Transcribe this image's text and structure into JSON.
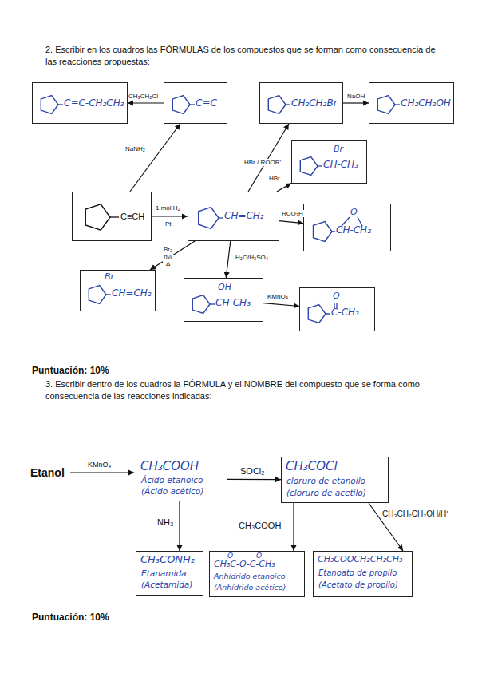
{
  "diagram": {
    "nodes": [
      {
        "text": [
          "C≡CH"
        ]
      },
      {
        "text": [
          "C≡C⁻"
        ]
      },
      {
        "text": [
          "C≡C-CH₂CH₃"
        ]
      },
      {
        "text": [
          "CH=CH₂"
        ]
      },
      {
        "text": [
          "CH₂CH₂Br"
        ]
      },
      {
        "text": [
          "CH₂CH₂OH"
        ]
      },
      {
        "text": [
          "Br",
          "CH-CH₃"
        ]
      },
      {
        "text": [
          "O",
          "CH-CH₂"
        ]
      },
      {
        "text": [
          "Br",
          "CH=CH₂"
        ]
      },
      {
        "text": [
          "OH",
          "CH-CH₃"
        ]
      },
      {
        "text": [
          "O",
          "C-CH₃"
        ]
      },
      {
        "text": [
          "CH₃COOH",
          "Ácido etanoico",
          "(Ácido acético)"
        ]
      },
      {
        "text": [
          "CH₃COCl",
          "cloruro de etanoilo",
          "(cloruro de acetilo)"
        ]
      },
      {
        "text": [
          "CH₃CONH₂",
          "Etanamida",
          "(Acetamida)"
        ]
      },
      {
        "text": [
          "O",
          "O",
          "CH₃C-O-C-CH₃",
          "Anhídrido etanoico",
          "(Anhídrido acético)"
        ]
      },
      {
        "text": [
          "CH₃COOCH₂CH₂CH₃",
          "Etanoato de propilo",
          "(Acetato de propilo)"
        ]
      }
    ],
    "edges": [
      {
        "from": 0,
        "to": 3,
        "arrow": "to",
        "label": "1 mol H₂"
      },
      {
        "from": 0,
        "to": 1,
        "arrow": "to",
        "label": "NaNH₂"
      },
      {
        "from": 1,
        "to": 2,
        "arrow": "to",
        "label": "CH₃CH₂Cl"
      },
      {
        "from": 3,
        "to": 4,
        "arrow": "to",
        "label": "HBr / ROOR'"
      },
      {
        "from": 4,
        "to": 5,
        "arrow": "to",
        "label": "NaOH"
      },
      {
        "from": 3,
        "to": 6,
        "arrow": "to",
        "label": "HBr"
      },
      {
        "from": 3,
        "to": 7,
        "arrow": "to",
        "label": "RCO₃H"
      },
      {
        "from": 3,
        "to": 8,
        "arrow": "to",
        "label": "Br₂ hν/Δ"
      },
      {
        "from": 3,
        "to": 9,
        "arrow": "to",
        "label": "H₂O/H₂SO₄"
      },
      {
        "from": 9,
        "to": 10,
        "arrow": "to",
        "label": "KMnO₄"
      },
      {
        "from": 11,
        "to": 12,
        "arrow": "to",
        "label": "SOCl₂"
      },
      {
        "from": 11,
        "to": 13,
        "arrow": "to",
        "label": "NH₃"
      },
      {
        "from": 12,
        "to": 14,
        "arrow": "to",
        "label": "CH₃COOH"
      },
      {
        "from": 12,
        "to": 15,
        "arrow": "to",
        "label": "CH₃CH₂CH₂OH/H⁺"
      }
    ],
    "labels": [
      "2. Escribir en los cuadros las FÓRMULAS de los compuestos que se forman como consecuencia de las reacciones propuestas:",
      "Pt",
      "Puntuación: 10%",
      "3. Escribir dentro de los cuadros la FÓRMULA y el NOMBRE del compuesto que se forma como consecuencia de las reacciones indicadas:",
      "Etanol",
      "KMnO₄",
      "Puntuación: 10%"
    ]
  }
}
